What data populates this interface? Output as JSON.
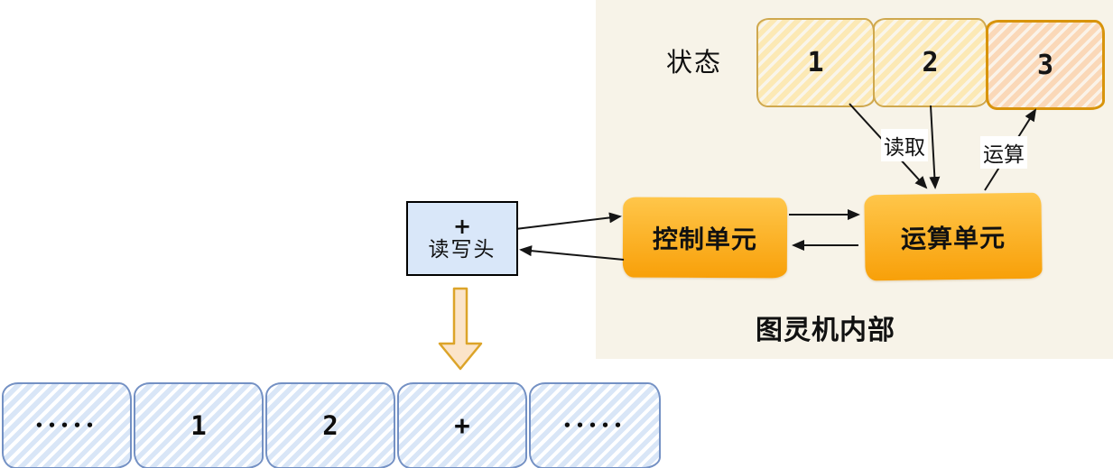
{
  "panel": {
    "title": "图灵机内部",
    "states": {
      "label": "状态",
      "items": [
        {
          "value": "1",
          "theme": "yellow"
        },
        {
          "value": "2",
          "theme": "yellow"
        },
        {
          "value": "3",
          "theme": "orange"
        }
      ]
    },
    "units": [
      {
        "label": "控制单元"
      },
      {
        "label": "运算单元"
      }
    ],
    "edge_labels": {
      "read": "读取",
      "compute": "运算"
    }
  },
  "head": {
    "symbol": "+",
    "label": "读写头"
  },
  "tape": {
    "cells": [
      "•••••",
      "1",
      "2",
      "+",
      "•••••"
    ]
  },
  "colors": {
    "panel_bg": "#f7f3e8",
    "state_yellow_border": "#cfa84e",
    "state_yellow_stripe": "#fce9b5",
    "state_orange_border": "#d8940c",
    "state_orange_stripe": "#fad8b8",
    "unit_gradient_top": "#ffc64a",
    "unit_gradient_bottom": "#f8a009",
    "head_fill": "#d9e7f9",
    "tape_border": "#7491c4",
    "tape_stripe": "#d9e6f7",
    "big_arrow_fill": "#fbe4c9",
    "big_arrow_stroke": "#dca429",
    "arrow_color": "#151515"
  }
}
